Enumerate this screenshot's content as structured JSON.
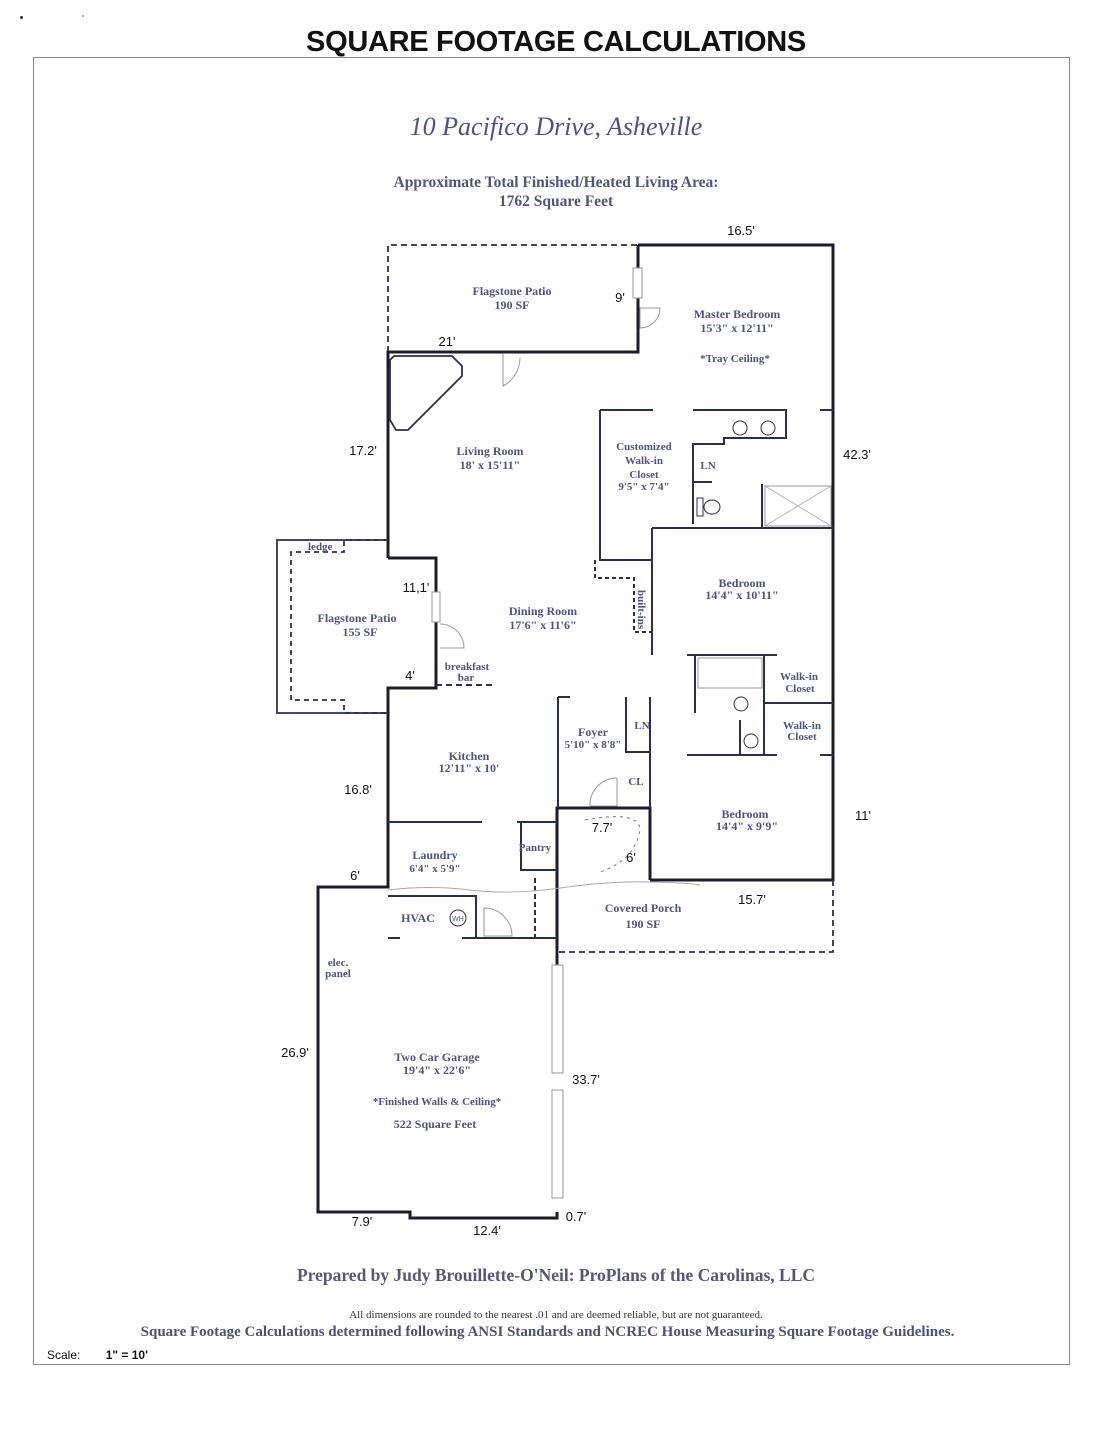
{
  "header": {
    "title": "SQUARE FOOTAGE CALCULATIONS",
    "address": "10 Pacifico Drive, Asheville",
    "area_caption": "Approximate Total Finished/Heated Living Area:",
    "area_value": "1762 Square Feet"
  },
  "rooms": {
    "patio_top": {
      "name": "Flagstone Patio",
      "size": "190 SF"
    },
    "master_bedroom": {
      "name": "Master Bedroom",
      "size": "15'3\" x 12'11\"",
      "note": "*Tray Ceiling*"
    },
    "living_room": {
      "name": "Living Room",
      "size": "18' x 15'11\""
    },
    "walk_in_closet_master": {
      "line1": "Customized",
      "line2": "Walk-in",
      "line3": "Closet",
      "size": "9'5\" x 7'4\""
    },
    "linen_master": "LN",
    "bedroom_2": {
      "name": "Bedroom",
      "size": "14'4\" x 10'11\""
    },
    "built_ins": "built-ins",
    "patio_side": {
      "name": "Flagstone Patio",
      "size": "155 SF",
      "ledge": "ledge"
    },
    "dining_room": {
      "name": "Dining Room",
      "size": "17'6\" x 11'6\""
    },
    "breakfast_bar": {
      "line1": "breakfast",
      "line2": "bar"
    },
    "walk_in_closet_1": {
      "line1": "Walk-in",
      "line2": "Closet"
    },
    "walk_in_closet_2": {
      "line1": "Walk-in",
      "line2": "Closet"
    },
    "foyer": {
      "name": "Foyer",
      "size": "5'10\" x 8'8\""
    },
    "linen_foyer": "LN",
    "coat_closet": "CL",
    "kitchen": {
      "name": "Kitchen",
      "size": "12'11\" x 10'"
    },
    "bedroom_3": {
      "name": "Bedroom",
      "size": "14'4\" x 9'9\""
    },
    "laundry": {
      "name": "Laundry",
      "size": "6'4\" x 5'9\""
    },
    "pantry": "Pantry",
    "hvac": "HVAC",
    "water_heater": "WH",
    "covered_porch": {
      "name": "Covered Porch",
      "size": "190 SF"
    },
    "elec_panel": {
      "line1": "elec.",
      "line2": "panel"
    },
    "garage": {
      "name": "Two Car Garage",
      "size": "19'4\" x 22'6\"",
      "note": "*Finished Walls & Ceiling*",
      "area": "522 Square Feet"
    }
  },
  "dimensions": {
    "top_right": "16.5'",
    "patio_door": "9'",
    "patio_width": "21'",
    "living_left": "17.2'",
    "right_full": "42.3'",
    "bump_width": "11,1'",
    "bump_depth": "4'",
    "kitchen_left": "16.8'",
    "bedroom_right": "11'",
    "porch_a": "7.7'",
    "porch_b": "6'",
    "porch_bottom": "15.7'",
    "laundry_step": "6'",
    "garage_left": "26.9'",
    "garage_right": "33.7'",
    "garage_bottom_left": "7.9'",
    "garage_bottom_right": "12.4'",
    "garage_step": "0.7'"
  },
  "footer": {
    "prepared_by": "Prepared by Judy Brouillette-O'Neil: ProPlans of the Carolinas, LLC",
    "disclaimer": "All dimensions are rounded to the nearest .01 and are deemed reliable, but are not guaranteed.",
    "standards": "Square Footage Calculations determined following ANSI Standards and NCREC House Measuring Square Footage Guidelines.",
    "scale_label": "Scale:",
    "scale_value": "1\" = 10'"
  },
  "colors": {
    "wall": "#2b2d55",
    "exterior_wall": "#1c1c2a",
    "room_text": "#4f5380",
    "address": "#4d5185"
  }
}
